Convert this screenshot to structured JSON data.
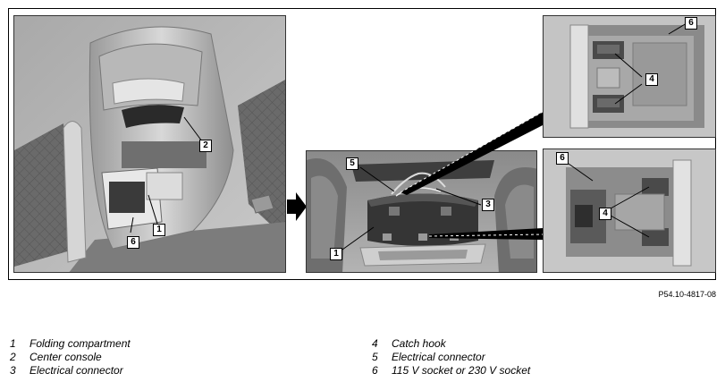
{
  "callouts": {
    "main": [
      "2",
      "6",
      "1"
    ],
    "middle": [
      "5",
      "3",
      "1"
    ],
    "top_right": [
      "6",
      "4"
    ],
    "bottom_right": [
      "6",
      "4"
    ]
  },
  "figure_code": "P54.10-4817-08",
  "legend": [
    {
      "num": "1",
      "text": "Folding compartment"
    },
    {
      "num": "2",
      "text": "Center console"
    },
    {
      "num": "3",
      "text": "Electrical connector"
    },
    {
      "num": "4",
      "text": "Catch hook"
    },
    {
      "num": "5",
      "text": "Electrical connector"
    },
    {
      "num": "6",
      "text": "115 V socket or 230 V socket"
    }
  ]
}
